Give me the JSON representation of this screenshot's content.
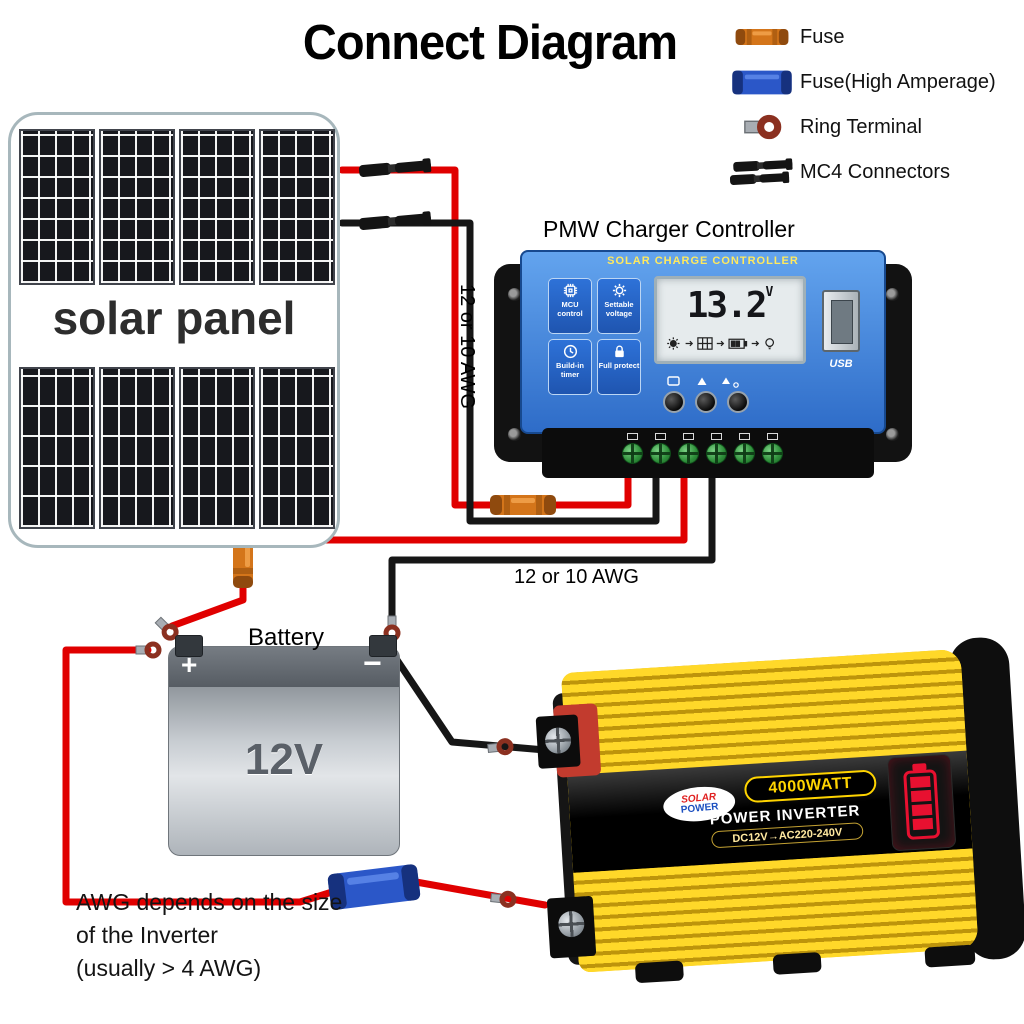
{
  "title": "Connect Diagram",
  "legend": {
    "items": [
      {
        "icon": "fuse-icon",
        "label": "Fuse"
      },
      {
        "icon": "fuse-high-amperage-icon",
        "label": "Fuse(High Amperage)"
      },
      {
        "icon": "ring-terminal-icon",
        "label": "Ring Terminal"
      },
      {
        "icon": "mc4-connectors-icon",
        "label": "MC4 Connectors"
      }
    ]
  },
  "solar_panel": {
    "label": "solar panel"
  },
  "controller": {
    "caption": "PMW Charger Controller",
    "header": "SOLAR CHARGE CONTROLLER",
    "display": {
      "value": "13.2",
      "unit": "V"
    },
    "function_keys": [
      {
        "icon": "chip-icon",
        "label": "MCU control"
      },
      {
        "icon": "gear-icon",
        "label": "Settable voltage"
      },
      {
        "icon": "clock-icon",
        "label": "Build-in timer"
      },
      {
        "icon": "lock-icon",
        "label": "Full protect"
      }
    ],
    "usb_label": "USB"
  },
  "battery": {
    "caption": "Battery",
    "voltage": "12V",
    "positive": "+",
    "negative": "−"
  },
  "inverter": {
    "brand_top": "SOLAR",
    "brand_bottom": "POWER",
    "wattage": "4000WATT",
    "name": "POWER INVERTER",
    "spec": "DC12V→AC220-240V"
  },
  "annotations": {
    "awg_vertical": "12 or 10 AWG",
    "awg_horizontal": "12 or 10 AWG",
    "note_line1": "AWG depends on the size",
    "note_line2": "of the Inverter",
    "note_line3": "(usually > 4 AWG)"
  },
  "colors": {
    "wire_positive": "#e00000",
    "wire_negative": "#161616",
    "fuse_orange": "#d4751a",
    "fuse_blue": "#2b57c8",
    "controller_blue": "#2e6cc8",
    "inverter_yellow": "#f6c80f",
    "indicator_red": "#e81030",
    "terminal_green": "#2e8f3a"
  }
}
